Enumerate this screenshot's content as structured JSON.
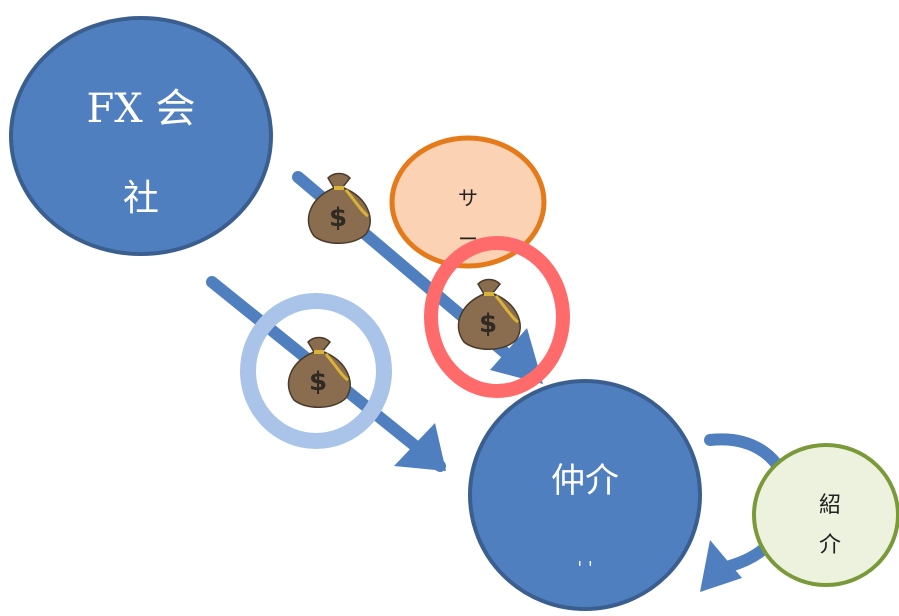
{
  "nodes": {
    "fx_company": {
      "line1": "FX 会",
      "line2": "社"
    },
    "server": {
      "line1": "サ",
      "line2": "ー"
    },
    "broker": {
      "line1": "仲介",
      "line2": "' '"
    },
    "referral": {
      "line1": "紹",
      "line2": "介"
    }
  },
  "colors": {
    "main_blue": "#4f7fbf",
    "main_blue_stroke": "#3a5f8f",
    "arrow_blue": "#4f7fbf",
    "light_blue_ring": "#a9c4e8",
    "red_ring": "#ff6b6b",
    "orange_stroke": "#e57a1b",
    "orange_fill": "#fbd2b4",
    "green_stroke": "#7a9a3a",
    "green_fill": "#edf2df",
    "bag_body": "#8a6d4e",
    "bag_dollar": "#2f2a24",
    "bag_tie": "#d9b23a"
  },
  "icons": [
    "money-bag-icon",
    "money-bag-icon",
    "money-bag-icon"
  ]
}
